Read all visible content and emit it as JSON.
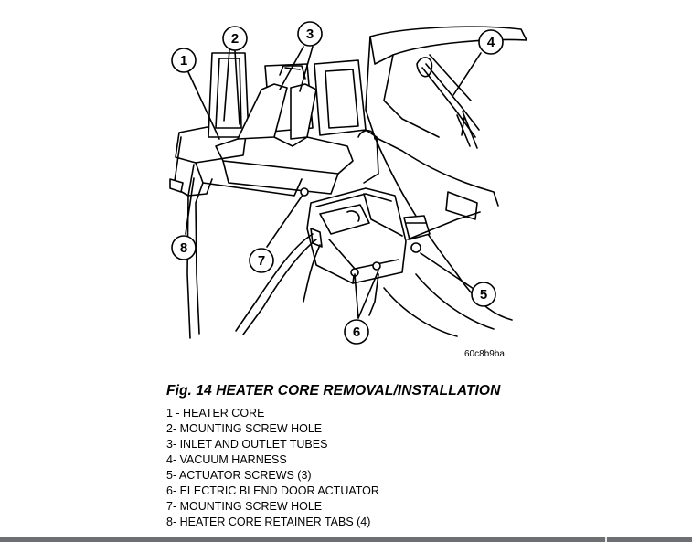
{
  "figure": {
    "id": "60c8b9ba",
    "caption": "Fig. 14 HEATER CORE REMOVAL/INSTALLATION"
  },
  "callouts": [
    "1",
    "2",
    "3",
    "4",
    "5",
    "6",
    "7",
    "8"
  ],
  "legend": [
    "1 - HEATER CORE",
    "2- MOUNTING SCREW HOLE",
    "3- INLET AND OUTLET TUBES",
    "4- VACUUM HARNESS",
    "5- ACTUATOR SCREWS (3)",
    "6- ELECTRIC BLEND DOOR ACTUATOR",
    "7- MOUNTING SCREW HOLE",
    "8- HEATER CORE RETAINER TABS (4)"
  ]
}
